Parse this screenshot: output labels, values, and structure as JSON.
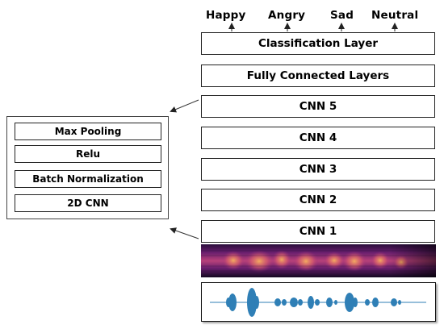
{
  "outputs": [
    "Happy",
    "Angry",
    "Sad",
    "Neutral"
  ],
  "layers": {
    "classification": "Classification Layer",
    "fully_connected": "Fully Connected Layers",
    "cnn5": "CNN 5",
    "cnn4": "CNN 4",
    "cnn3": "CNN 3",
    "cnn2": "CNN 2",
    "cnn1": "CNN 1"
  },
  "cnn_block_detail": {
    "max_pooling": "Max Pooling",
    "relu": "Relu",
    "batch_norm": "Batch Normalization",
    "conv2d": "2D CNN"
  },
  "inputs": {
    "spectrogram_icon": "spectrogram-image",
    "waveform_icon": "audio-waveform"
  },
  "colors": {
    "waveform": "#2f7fb6",
    "spectrogram_low": "#1a0b2e",
    "spectrogram_mid": "#9c2f7a",
    "spectrogram_high": "#f3a55a",
    "border": "#222222"
  }
}
